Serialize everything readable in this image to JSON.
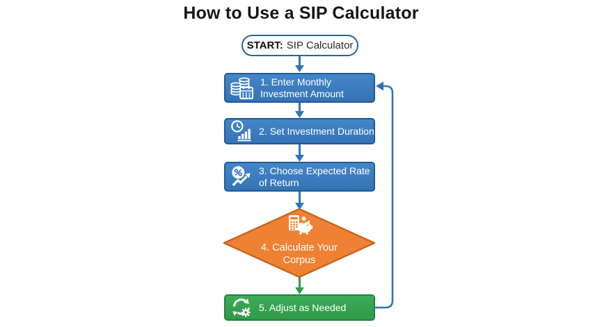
{
  "title": "How to Use a SIP Calculator",
  "start_node": {
    "prefix": "START:",
    "label": "SIP Calculator"
  },
  "steps": [
    {
      "label": "1. Enter Monthly Investment Amount",
      "icon": "coins-calendar-icon",
      "shape": "process",
      "color": "#3b7cc0"
    },
    {
      "label": "2. Set Investment Duration",
      "icon": "clock-bar-chart-icon",
      "shape": "process",
      "color": "#3b7cc0"
    },
    {
      "label": "3. Choose Expected Rate of Return",
      "icon": "percent-growth-icon",
      "shape": "process",
      "color": "#3b7cc0"
    },
    {
      "label": "4. Calculate Your Corpus",
      "icon": "calculator-piggy-bank-icon",
      "shape": "decision",
      "color": "#ee8133"
    },
    {
      "label": "5. Adjust as Needed",
      "icon": "refresh-gear-icon",
      "shape": "process-end",
      "color": "#35a44f"
    }
  ],
  "colors": {
    "process_fill": "#3b7cc0",
    "process_border": "#1e5a99",
    "decision_fill": "#ee8133",
    "decision_border": "#c8661d",
    "end_fill": "#35a44f",
    "end_border": "#268040",
    "connector_blue": "#2e75b6",
    "connector_green": "#2f9e48",
    "start_border": "#2a6496",
    "background": "#ffffff"
  }
}
